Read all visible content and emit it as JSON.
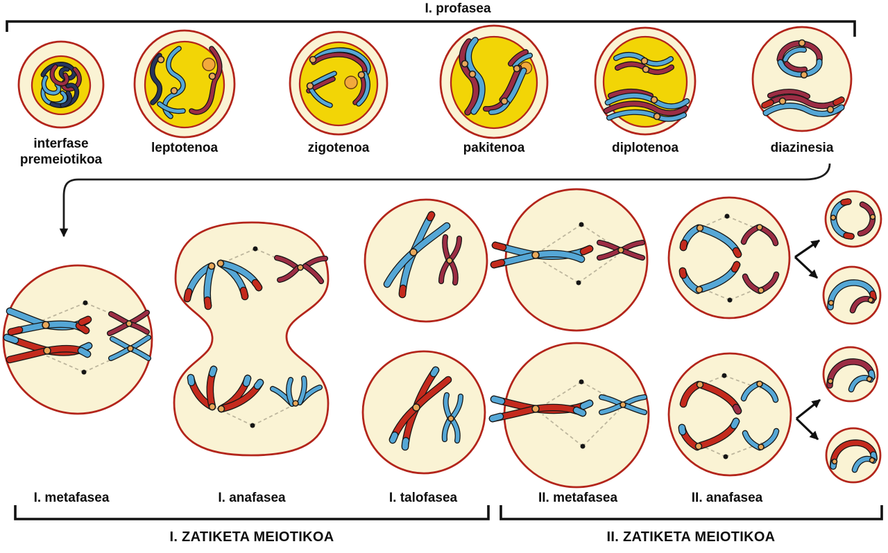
{
  "figure": {
    "top_bracket": {
      "label": "I. profasea"
    },
    "prophase_stages": [
      {
        "id": "interfase-premeiotikoa",
        "label_lines": [
          "interfase",
          "premeiotikoa"
        ]
      },
      {
        "id": "leptotenoa",
        "label": "leptotenoa"
      },
      {
        "id": "zigotenoa",
        "label": "zigotenoa"
      },
      {
        "id": "pakitenoa",
        "label": "pakitenoa"
      },
      {
        "id": "diplotenoa",
        "label": "diplotenoa"
      },
      {
        "id": "diazinesia",
        "label": "diazinesia"
      }
    ],
    "division1": {
      "stage_labels": [
        "I. metafasea",
        "I. anafasea",
        "I. talofasea"
      ],
      "bracket_label": "I. ZATIKETA MEIOTIKOA"
    },
    "division2": {
      "stage_labels": [
        "II. metafasea",
        "II. anafasea"
      ],
      "bracket_label": "II. ZATIKETA MEIOTIKOA"
    },
    "colors": {
      "membrane": "#b3251b",
      "cytoplasm": "#faf3d4",
      "nucleus": "#f2d506",
      "nucleolus": "#f2a93c",
      "centromere": "#e9a85a",
      "chr_blue": "#55a7d6",
      "chr_red": "#c42a1d",
      "chr_maroon": "#9c2d44",
      "chr_dark": "#27355c",
      "spindle": "#bdb69d",
      "text": "#0d0d0d"
    }
  }
}
